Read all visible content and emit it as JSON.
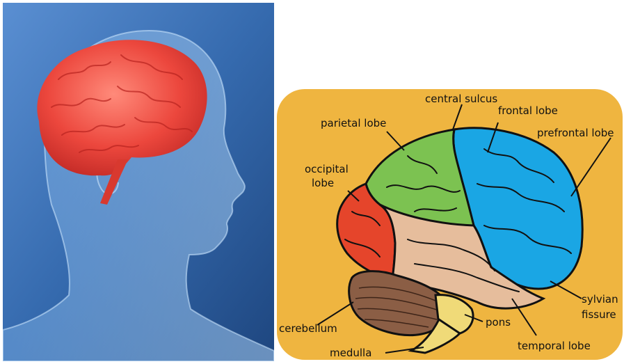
{
  "brain_diagram": {
    "labels": {
      "central_sulcus": "central sulcus",
      "frontal_lobe": "frontal lobe",
      "parietal_lobe": "parietal lobe",
      "prefrontal_lobe": "prefrontal lobe",
      "occipital_lobe_line1": "occipital",
      "occipital_lobe_line2": "lobe",
      "sylvian_fissure_line1": "sylvian",
      "sylvian_fissure_line2": "fissure",
      "cerebellum": "cerebellum",
      "pons": "pons",
      "medulla": "medulla",
      "temporal_lobe": "temporal lobe"
    },
    "colors": {
      "background": "#efb540",
      "frontal": "#1aa6e4",
      "parietal": "#7cc251",
      "occipital": "#e5452b",
      "temporal": "#e6bd9c",
      "cerebellum": "#8b5e45",
      "brainstem": "#f0da78",
      "head_bg": "#2f5f9c",
      "brain_red": "#e8473e"
    }
  }
}
